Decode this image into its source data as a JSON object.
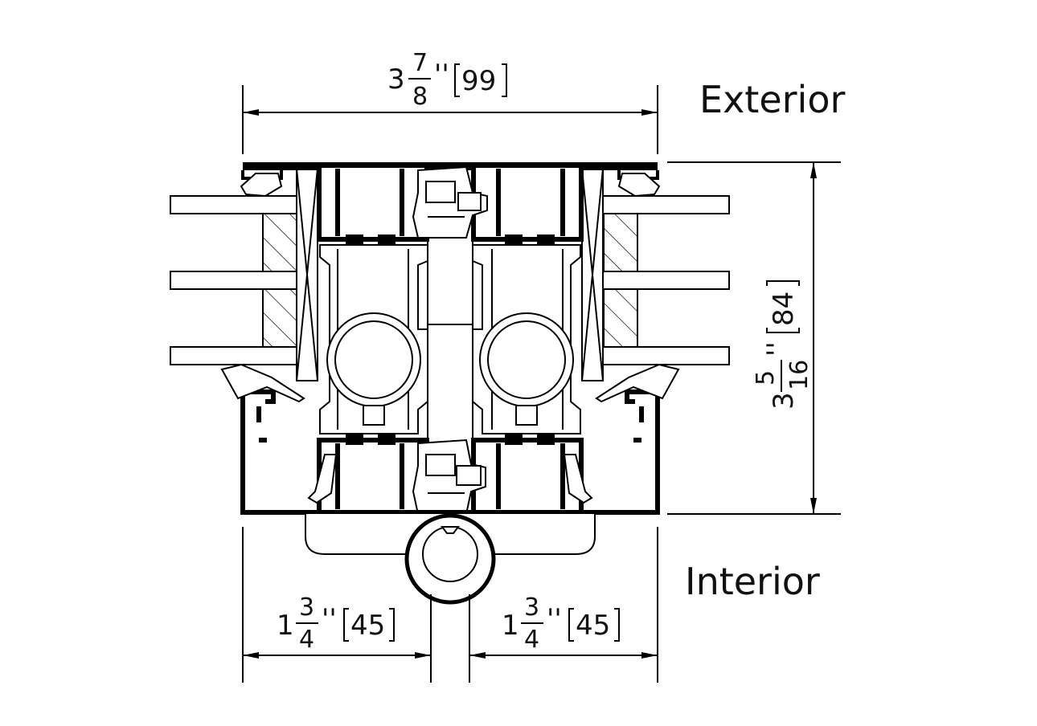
{
  "labels": {
    "exterior": "Exterior",
    "interior": "Interior"
  },
  "dimensions": {
    "overall_width": {
      "whole": "3",
      "numerator": "7",
      "denominator": "8",
      "inch_mark": "''",
      "metric": "99"
    },
    "overall_depth": {
      "whole": "3",
      "numerator": "5",
      "denominator": "16",
      "inch_mark": "''",
      "metric": "84"
    },
    "left_half": {
      "whole": "1",
      "numerator": "3",
      "denominator": "4",
      "inch_mark": "''",
      "metric": "45"
    },
    "right_half": {
      "whole": "1",
      "numerator": "3",
      "denominator": "4",
      "inch_mark": "''",
      "metric": "45"
    }
  },
  "colors": {
    "line": "#000000",
    "background": "#ffffff"
  }
}
